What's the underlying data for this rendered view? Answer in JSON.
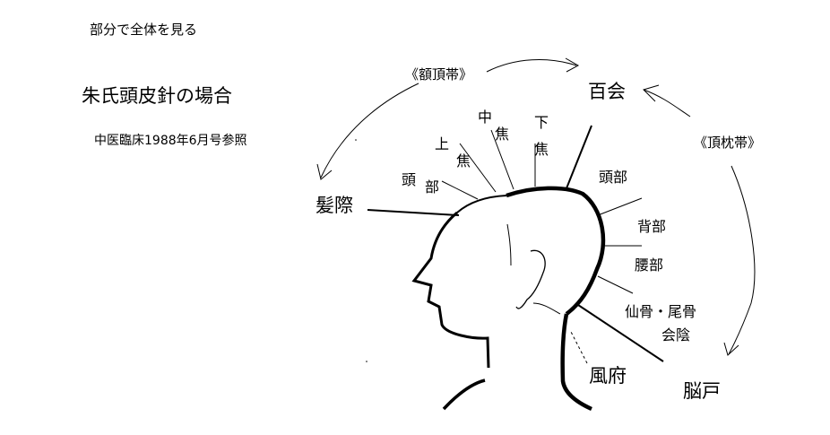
{
  "header": {
    "top_note": "部分で全体を見る",
    "title": "朱氏頭皮針の場合",
    "source": "中医臨床1988年6月号参照"
  },
  "labels": {
    "front_band": "《額頂帯》",
    "back_band": "《頂枕帯》",
    "baihui": "百会",
    "hairline": "髪際",
    "fengfu": "風府",
    "naohu": "脳戸",
    "head_front": [
      "頭",
      "部"
    ],
    "upper_jiao": [
      "上",
      "焦"
    ],
    "middle_jiao": [
      "中",
      "焦"
    ],
    "lower_jiao": [
      "下",
      "焦"
    ],
    "head_back": "頭部",
    "back": "背部",
    "lumbar": "腰部",
    "sacrum": "仙骨・尾骨",
    "perineum": "会陰"
  }
}
